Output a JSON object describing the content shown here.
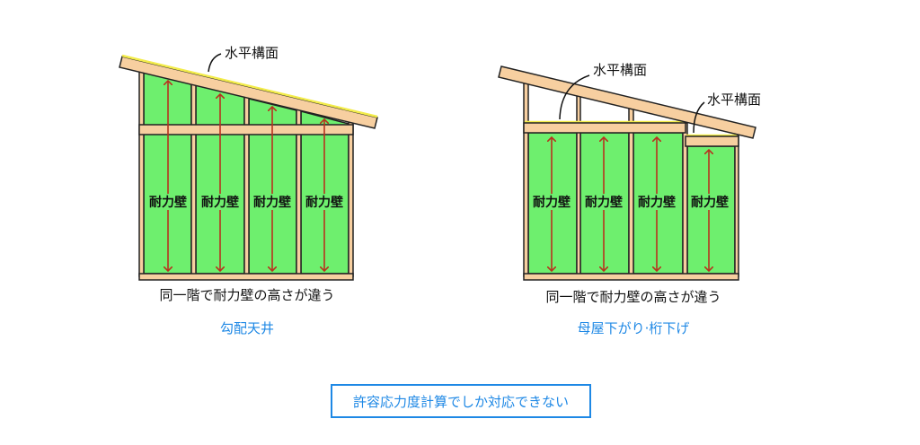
{
  "left": {
    "plane_label": "水平構面",
    "wall_labels": [
      "耐力壁",
      "耐力壁",
      "耐力壁",
      "耐力壁"
    ],
    "caption": "同一階で耐力壁の高さが違う",
    "title": "勾配天井"
  },
  "right": {
    "plane_label_1": "水平構面",
    "plane_label_2": "水平構面",
    "wall_labels": [
      "耐力壁",
      "耐力壁",
      "耐力壁",
      "耐力壁"
    ],
    "caption": "同一階で耐力壁の高さが違う",
    "title": "母屋下がり·桁下げ"
  },
  "note": "許容応力度計算でしか対応できない",
  "colors": {
    "accent": "#1e88e5",
    "panel": "#6eef6e",
    "wood": "#f7cfa0",
    "arrow": "#b8321e"
  }
}
